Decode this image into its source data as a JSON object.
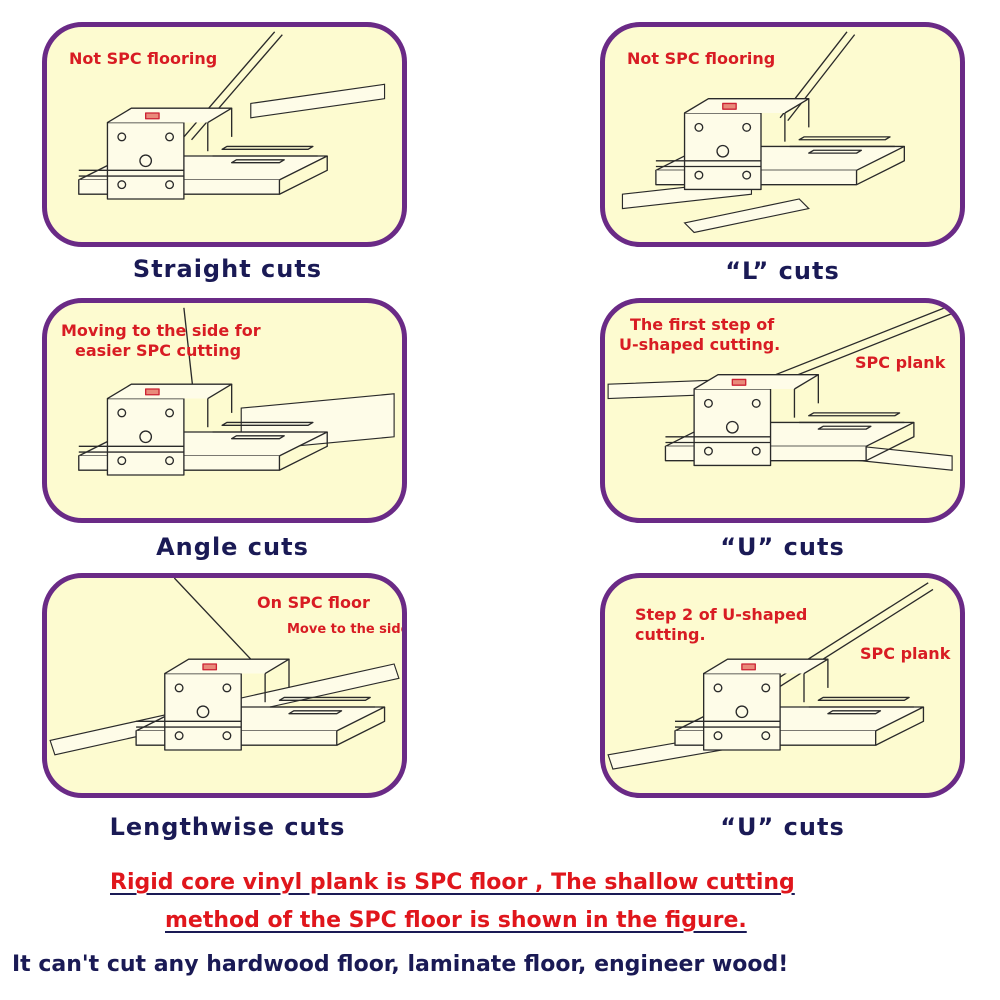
{
  "colors": {
    "panel_border": "#6a2a86",
    "panel_fill": "#fdfbd0",
    "note_red": "#d81c23",
    "caption_navy": "#1a1a55"
  },
  "panels": [
    {
      "caption": "Straight cuts",
      "notes": [
        "Not SPC flooring"
      ]
    },
    {
      "caption": "“L” cuts",
      "notes": [
        "Not SPC flooring"
      ]
    },
    {
      "caption": "Angle cuts",
      "notes": [
        "Moving to the side for",
        "easier SPC cutting"
      ]
    },
    {
      "caption": "“U” cuts",
      "notes": [
        "The first step of",
        "U-shaped cutting.",
        "SPC plank"
      ]
    },
    {
      "caption": "Lengthwise cuts",
      "notes": [
        "On SPC  floor",
        "Move to the side."
      ]
    },
    {
      "caption": "“U” cuts",
      "notes": [
        "Step 2 of U-shaped",
        "cutting.",
        "SPC plank"
      ]
    }
  ],
  "footer": {
    "line1": "Rigid core vinyl plank is SPC floor , The shallow cutting",
    "line2": "method of the SPC floor is shown in the figure.",
    "line3": "It can't cut any hardwood floor, laminate floor, engineer wood!"
  }
}
